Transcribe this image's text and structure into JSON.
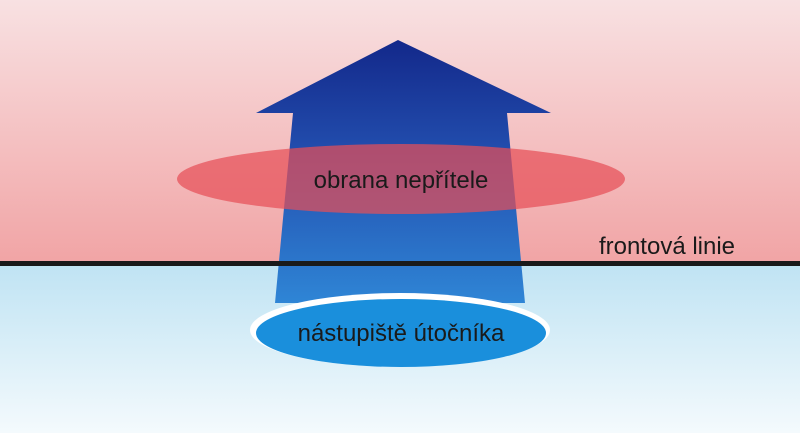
{
  "labels": {
    "enemy_defense": "obrana nepřítele",
    "front_line": "frontová linie",
    "attacker_staging": "nástupiště útočníka"
  },
  "colors": {
    "enemy_zone_top": "#f8e1e2",
    "enemy_zone_bottom": "#f1a4a5",
    "friendly_zone_top": "#bfe3f3",
    "friendly_zone_bottom": "#f4fafd",
    "arrow_top": "#13288a",
    "arrow_bottom": "#2f86d6",
    "defense_ellipse": "#e64f57",
    "staging_ellipse": "#1a8fdc",
    "front_line": "#1a1a1a"
  }
}
